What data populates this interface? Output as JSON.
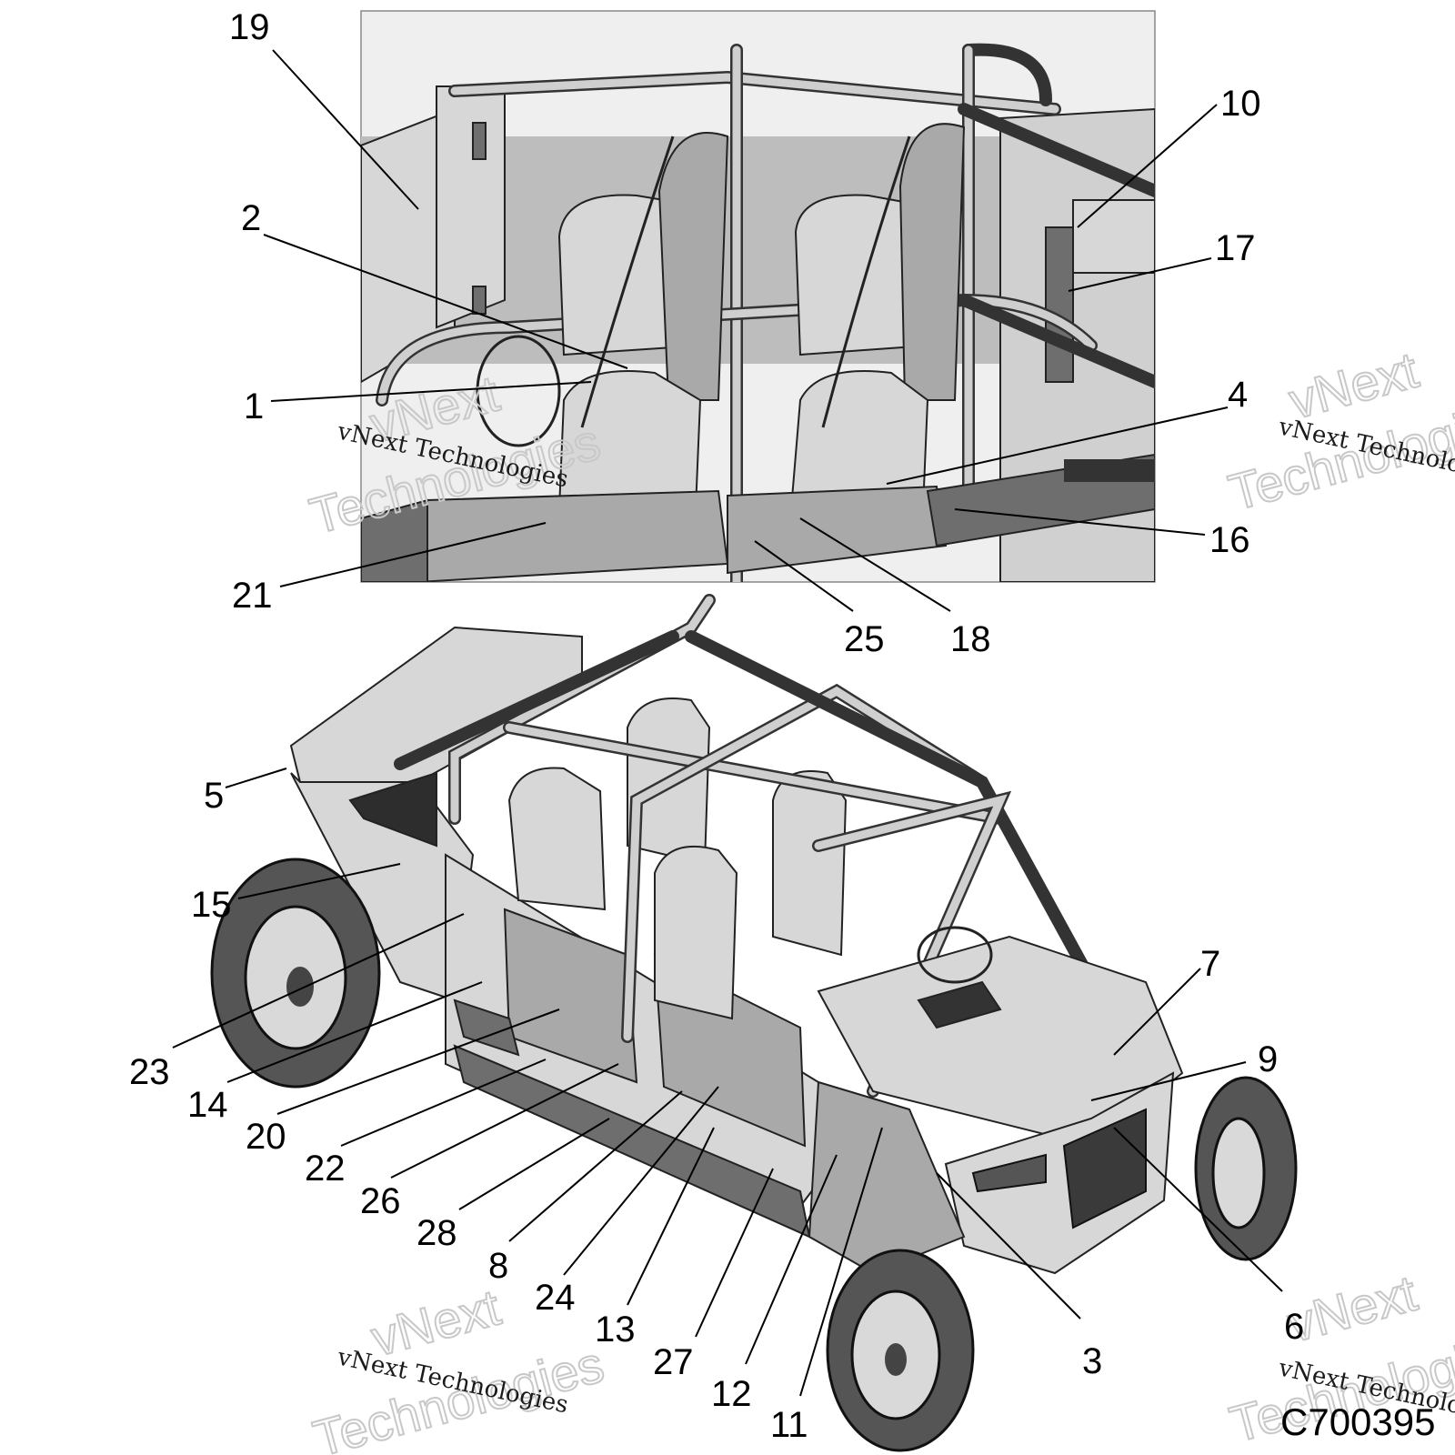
{
  "callouts": {
    "c1": "1",
    "c2": "2",
    "c3": "3",
    "c4": "4",
    "c5": "5",
    "c6": "6",
    "c7": "7",
    "c8": "8",
    "c9": "9",
    "c10": "10",
    "c11": "11",
    "c12": "12",
    "c13": "13",
    "c14": "14",
    "c15": "15",
    "c16": "16",
    "c17": "17",
    "c18": "18",
    "c19": "19",
    "c20": "20",
    "c21": "21",
    "c22": "22",
    "c23": "23",
    "c24": "24",
    "c25": "25",
    "c26": "26",
    "c27": "27",
    "c28": "28"
  },
  "watermark": {
    "brand": "vNext Technologies",
    "line1": "vNext",
    "line2": "Technologies"
  },
  "figure_id": "C700395"
}
